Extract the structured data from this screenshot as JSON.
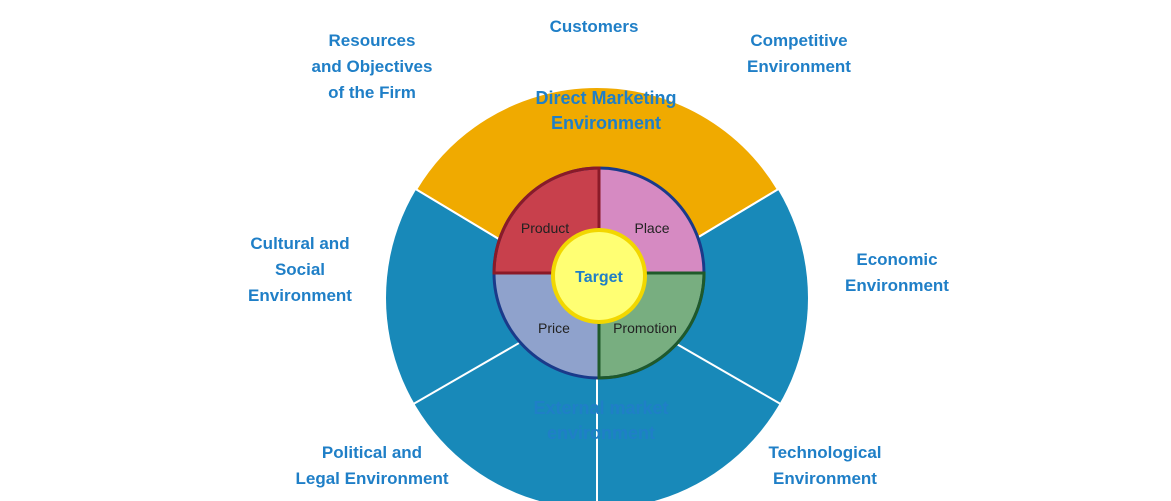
{
  "diagram": {
    "colors": {
      "outer_ring": "#1889b9",
      "direct_segment": "#f0aa00",
      "segment_divider": "#ffffff",
      "label_blue": "#1f7fc7",
      "product": "#c8404c",
      "place": "#d68ac2",
      "price": "#8fa2cc",
      "promotion": "#78ae80",
      "target_fill": "#ffff73",
      "target_stroke": "#f2d700",
      "inner_circle_border": "#1a3a8a"
    },
    "outer_labels": {
      "customers": [
        "Customers"
      ],
      "competitive": [
        "Competitive",
        "Environment"
      ],
      "economic": [
        "Economic",
        "Environment"
      ],
      "technological": [
        "Technological",
        "Environment"
      ],
      "political": [
        "Political and",
        "Legal Environment"
      ],
      "cultural": [
        "Cultural and",
        "Social",
        "Environment"
      ],
      "resources": [
        "Resources",
        "and Objectives",
        "of the Firm"
      ]
    },
    "inner_labels": {
      "direct": [
        "Direct Marketing",
        "Environment"
      ],
      "external": [
        "External market",
        "environment"
      ]
    },
    "mix": {
      "product": "Product",
      "place": "Place",
      "price": "Price",
      "promotion": "Promotion"
    },
    "target": "Target"
  }
}
